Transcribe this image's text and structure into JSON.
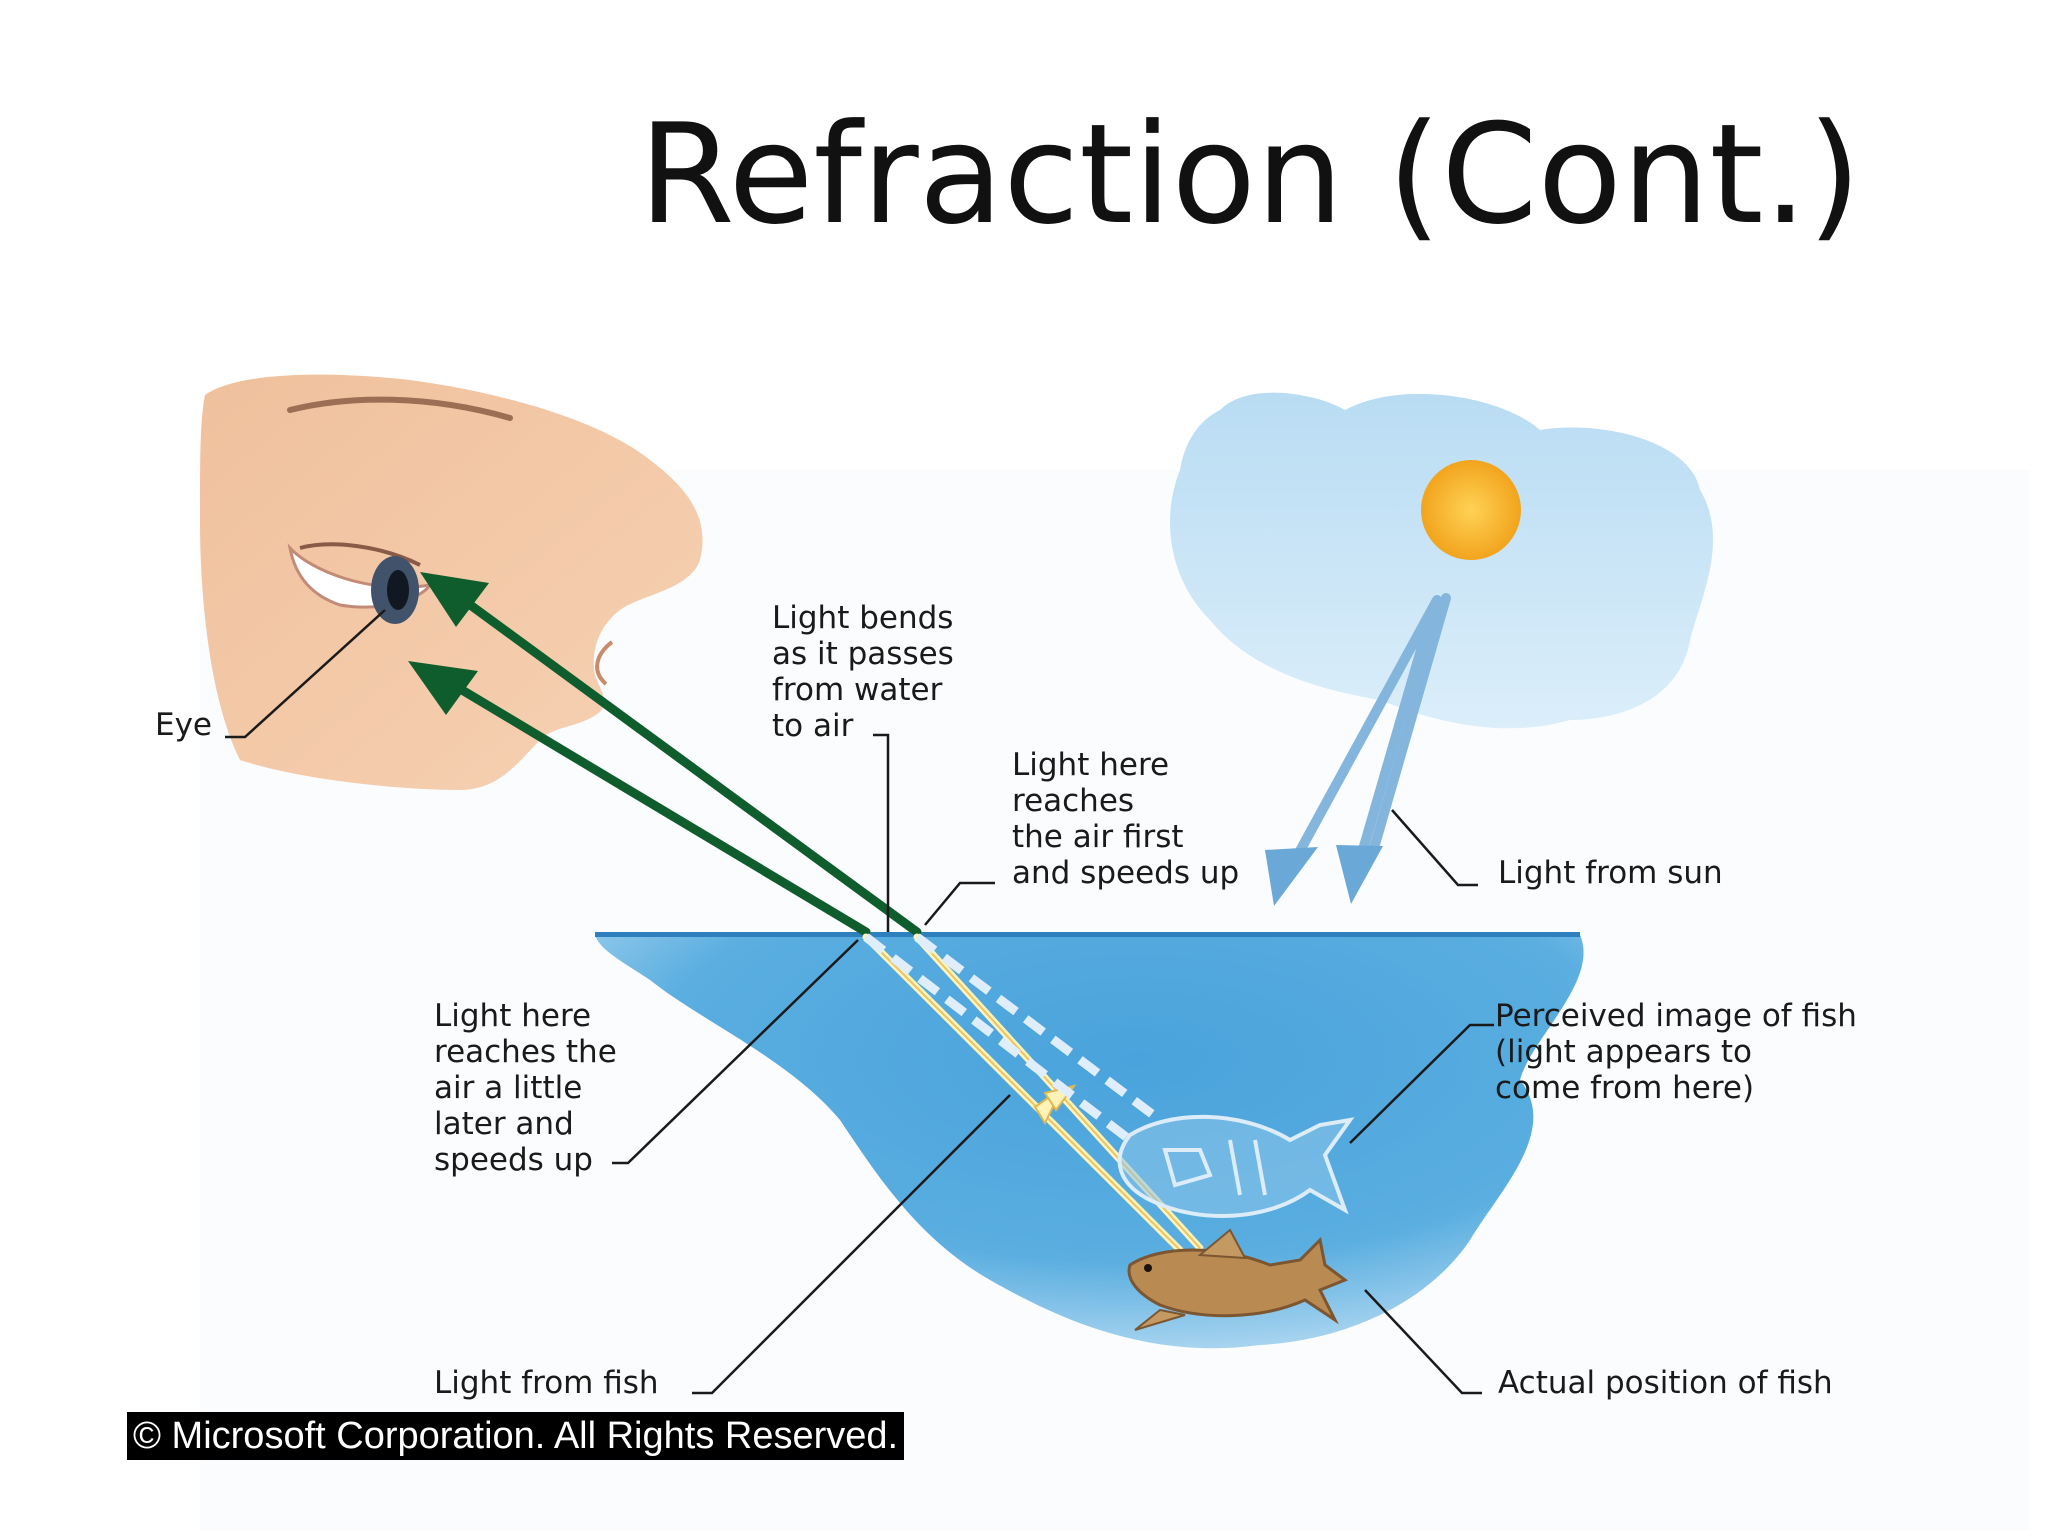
{
  "slide": {
    "title": "Refraction (Cont.)"
  },
  "diagram": {
    "labels": {
      "eye": "Eye",
      "light_bends": "Light bends\nas it passes\nfrom water\nto air",
      "light_here_first": "Light here\nreaches\nthe air first\nand speeds up",
      "light_from_sun": "Light from sun",
      "light_here_later": "Light here\nreaches the\nair a little\nlater and\nspeeds up",
      "perceived_image": "Perceived image of fish\n(light appears to\ncome from here)",
      "light_from_fish": "Light from fish",
      "actual_position": "Actual position of fish"
    },
    "copyright": "© Microsoft Corporation. All Rights Reserved.",
    "colors": {
      "water": "#4a9fd6",
      "sky": "#c6e2f4",
      "skin": "#f3c4a0",
      "sun": "#f7b731",
      "light_ray": "#0f5d2c",
      "sun_ray": "#7fb2dc",
      "fish": "#b9894f"
    }
  }
}
